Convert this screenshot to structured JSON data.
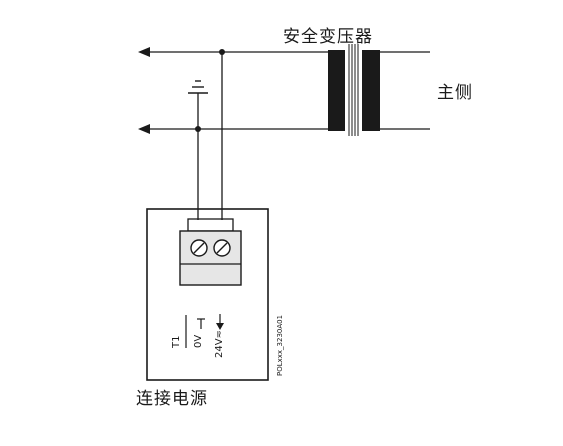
{
  "transformer": {
    "label": "安全变压器"
  },
  "primary_side": {
    "label": "主侧"
  },
  "device": {
    "label": "连接电源",
    "terminal_name": "T1",
    "pin_0v": "0V",
    "pin_24v": "24V≂",
    "part_code": "POLxxx_3230A01"
  },
  "colors": {
    "line": "#1a1a1a",
    "terminal_fill": "#e6e6e6",
    "transformer_core": "#1a1a1a"
  }
}
